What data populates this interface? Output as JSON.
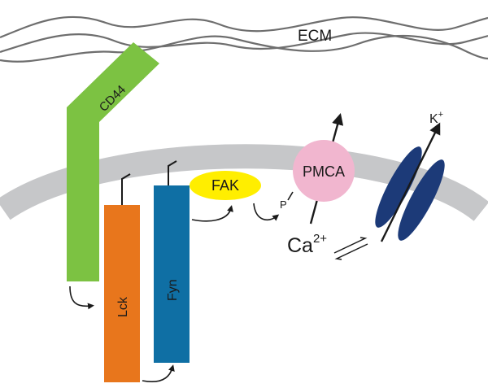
{
  "labels": {
    "ecm": "ECM",
    "cd44": "CD44",
    "lck": "Lck",
    "fyn": "Fyn",
    "fak": "FAK",
    "pmca": "PMCA",
    "phospho": "P",
    "calcium": "Ca",
    "calcium_sup": "2+",
    "potassium": "K",
    "potassium_sup": "+"
  },
  "colors": {
    "ecm_fiber": "#6e6e6e",
    "membrane": "#c6c7c9",
    "cd44": "#7cc242",
    "lck": "#e8761c",
    "fyn": "#0f6fa4",
    "fak": "#ffee00",
    "pmca": "#f1b6cf",
    "k_channel": "#1c3a78",
    "arrow": "#1a1a1a"
  }
}
